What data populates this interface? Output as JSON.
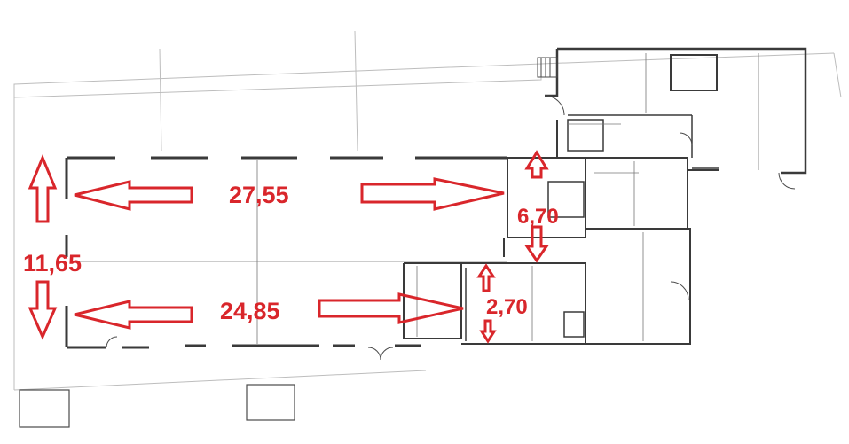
{
  "plan": {
    "dimensions": {
      "upper_width": "27,55",
      "lower_width": "24,85",
      "depth": "11,65",
      "middle_room_depth": "6,70",
      "corridor_width": "2,70"
    },
    "annotation_color": "#d9262b",
    "line_color": "#3a3a3a",
    "paper_color": "#ffffff"
  }
}
